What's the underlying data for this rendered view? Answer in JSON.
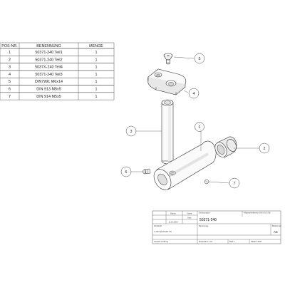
{
  "bom": {
    "headers": [
      "POS-NR.",
      "BENENNUNG",
      "MENGE"
    ],
    "rows": [
      {
        "pos": "1",
        "name": "50371-240 Teil1",
        "qty": "1"
      },
      {
        "pos": "2",
        "name": "50371-240 Teil2",
        "qty": "1"
      },
      {
        "pos": "3",
        "name": "5037X-240 Teil4",
        "qty": "1"
      },
      {
        "pos": "4",
        "name": "50371-240 Teil3",
        "qty": "1"
      },
      {
        "pos": "5",
        "name": "DIN7991 M6x14",
        "qty": "1"
      },
      {
        "pos": "6",
        "name": "DIN 913 M5x5",
        "qty": "1"
      },
      {
        "pos": "7",
        "name": "DIN 914 M5x5",
        "qty": "1"
      }
    ]
  },
  "callouts": [
    "1",
    "2",
    "3",
    "4",
    "5",
    "6",
    "7"
  ],
  "title_block": {
    "head_cells": [
      "Datum",
      "Name"
    ],
    "head_cell_gepr": "Gepr.",
    "date": "11.10.2020",
    "drawing_number": "50371-240",
    "drawing_number_label": "Zeichnungsnr.",
    "field_label": "Benennung",
    "material_label": "Werkstoff",
    "material_value": "1.4301 (Edelstahl V2)",
    "weight": "Gewicht 0.062 kg",
    "scale": "Massstab 1:1 A4",
    "sheet": "Blatt 1",
    "info_right": "Allgemeintoleranz DIN ISO 2768",
    "format_label": "Blattformat",
    "format": "A4",
    "footer_code": "DRAFT 2020"
  },
  "colors": {
    "line": "#333333",
    "leader": "#444444",
    "part_fill": "#fafafa",
    "shade": "#e6e6e6"
  }
}
